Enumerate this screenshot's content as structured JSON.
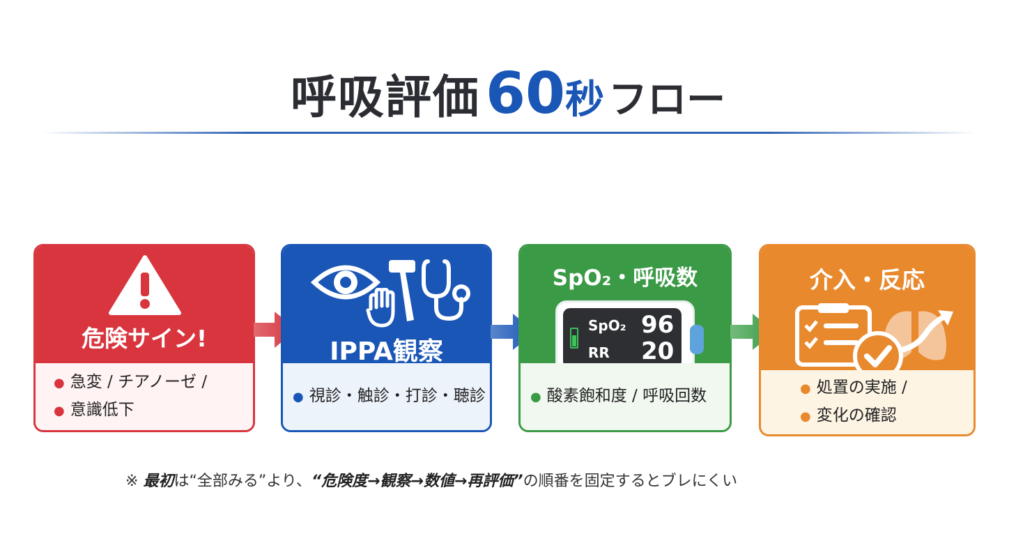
{
  "title": {
    "part1": "呼吸評価",
    "number": "60",
    "unit": "秒",
    "suffix": "フロー"
  },
  "steps": [
    {
      "label": "危険サイン!",
      "bullets": [
        "急変 / チアノーゼ /",
        "意識低下"
      ],
      "icon": "warning-triangle-icon",
      "color": "#d8353e"
    },
    {
      "label": "IPPA観察",
      "bullets": [
        "視診・触診・打診・聴診"
      ],
      "icons": [
        "eye-icon",
        "hand-icon",
        "reflex-hammer-icon",
        "stethoscope-icon"
      ],
      "color": "#1a56b6"
    },
    {
      "label": "SpO₂・呼吸数",
      "bullets": [
        "酸素飽和度 / 呼吸回数"
      ],
      "icon": "pulse-oximeter-icon",
      "oximeter": {
        "spo2_label": "SpO₂",
        "spo2_value": "96",
        "rr_label": "RR",
        "rr_value": "20"
      },
      "color": "#3a9a45"
    },
    {
      "label": "介入・反応",
      "bullets": [
        "処置の実施 /",
        "変化の確認"
      ],
      "icons": [
        "clipboard-checklist-icon",
        "check-circle-icon",
        "lungs-icon",
        "trend-up-arrow-icon"
      ],
      "color": "#e9892e"
    }
  ],
  "footnote": {
    "prefix": "※ ",
    "lead": "最初",
    "mid1": "は“全部みる”より、",
    "flow": "“危険度→観察→数値→再評価”",
    "tail": "の順番を固定するとブレにくい"
  }
}
